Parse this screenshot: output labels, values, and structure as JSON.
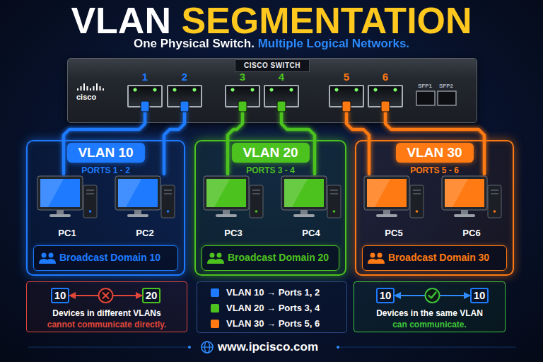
{
  "diagram": {
    "title": "VLAN SEGMENTATION",
    "nodes": [
      {
        "text": [
          "CISCO SWITCH"
        ]
      },
      {
        "text": [
          "1"
        ],
        "in": 0
      },
      {
        "text": [
          "2"
        ],
        "in": 0
      },
      {
        "text": [
          "3"
        ],
        "in": 0
      },
      {
        "text": [
          "4"
        ],
        "in": 0
      },
      {
        "text": [
          "5"
        ],
        "in": 0
      },
      {
        "text": [
          "6"
        ],
        "in": 0
      },
      {
        "text": [
          "VLAN 10",
          "PORTS 1 - 2"
        ]
      },
      {
        "text": [
          "PC1"
        ],
        "in": 7
      },
      {
        "text": [
          "PC2"
        ],
        "in": 7
      },
      {
        "text": [
          "Broadcast Domain 10"
        ],
        "in": 7
      },
      {
        "text": [
          "VLAN 20",
          "PORTS 3 - 4"
        ]
      },
      {
        "text": [
          "PC3"
        ],
        "in": 11
      },
      {
        "text": [
          "PC4"
        ],
        "in": 11
      },
      {
        "text": [
          "Broadcast Domain 20"
        ],
        "in": 11
      },
      {
        "text": [
          "VLAN 30",
          "PORTS 5 - 6"
        ]
      },
      {
        "text": [
          "PC5"
        ],
        "in": 15
      },
      {
        "text": [
          "PC6"
        ],
        "in": 15
      },
      {
        "text": [
          "Broadcast Domain 30"
        ],
        "in": 15
      },
      {
        "text": [
          "Devices in different VLANs",
          "cannot communicate directly."
        ]
      },
      {
        "text": [
          "10"
        ],
        "in": 19
      },
      {
        "text": [
          "20"
        ],
        "in": 19
      },
      {
        "text": [
          "Devices in the same VLAN",
          "can communicate."
        ]
      },
      {
        "text": [
          "10"
        ],
        "in": 22
      },
      {
        "text": [
          "10"
        ],
        "in": 22
      }
    ],
    "edges": [
      {
        "from": 1,
        "to": 8,
        "arrow": "none"
      },
      {
        "from": 2,
        "to": 9,
        "arrow": "none"
      },
      {
        "from": 3,
        "to": 12,
        "arrow": "none"
      },
      {
        "from": 4,
        "to": 13,
        "arrow": "none"
      },
      {
        "from": 5,
        "to": 16,
        "arrow": "none"
      },
      {
        "from": 6,
        "to": 17,
        "arrow": "none"
      },
      {
        "from": 20,
        "to": 21,
        "arrow": "both"
      },
      {
        "from": 23,
        "to": 24,
        "arrow": "both"
      }
    ],
    "labels": [
      "One Physical Switch. Multiple Logical Networks.",
      "cisco",
      "SFP1",
      "SFP2",
      "www.ipcisco.com"
    ],
    "legend": [
      {
        "text": "VLAN 10 → Ports 1, 2",
        "color": "#1e7bff"
      },
      {
        "text": "VLAN 20 → Ports 3, 4",
        "color": "#4cc21f"
      },
      {
        "text": "VLAN 30 → Ports 5, 6",
        "color": "#ff7a12"
      }
    ]
  }
}
